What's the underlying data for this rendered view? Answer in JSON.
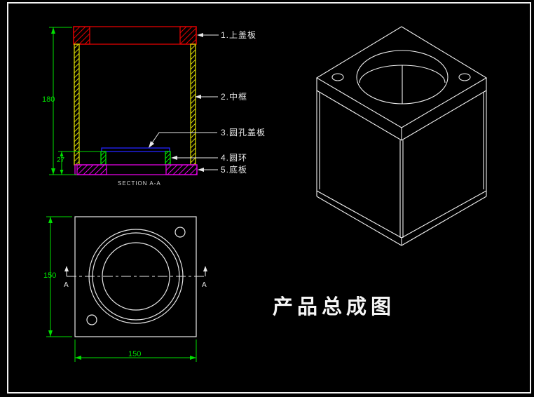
{
  "canvas": {
    "background": "#000000",
    "frame_color": "#f2f2f2"
  },
  "title": {
    "text": "产品总成图"
  },
  "section_view": {
    "caption": "SECTION  A-A",
    "dims": {
      "overall_height": "180",
      "base_height": "27"
    },
    "part_labels": [
      {
        "text": "1.上盖板"
      },
      {
        "text": "2.中框"
      },
      {
        "text": "3.圆孔盖板"
      },
      {
        "text": "4.圆环"
      },
      {
        "text": "5.底板"
      }
    ],
    "colors": {
      "top_cover": "#e00000",
      "middle_frame": "#d4d400",
      "hole_cover_plate": "#2424ff",
      "ring": "#00e000",
      "base_plate": "#e000e0",
      "dimension": "#00e000",
      "leader": "#e8e8e8"
    }
  },
  "top_view": {
    "dims": {
      "width": "150",
      "height": "150"
    },
    "section_marks": {
      "left": "A",
      "right": "A"
    },
    "line_color": "#e8e8e8"
  },
  "iso_view": {
    "line_color": "#f0f0f0"
  }
}
